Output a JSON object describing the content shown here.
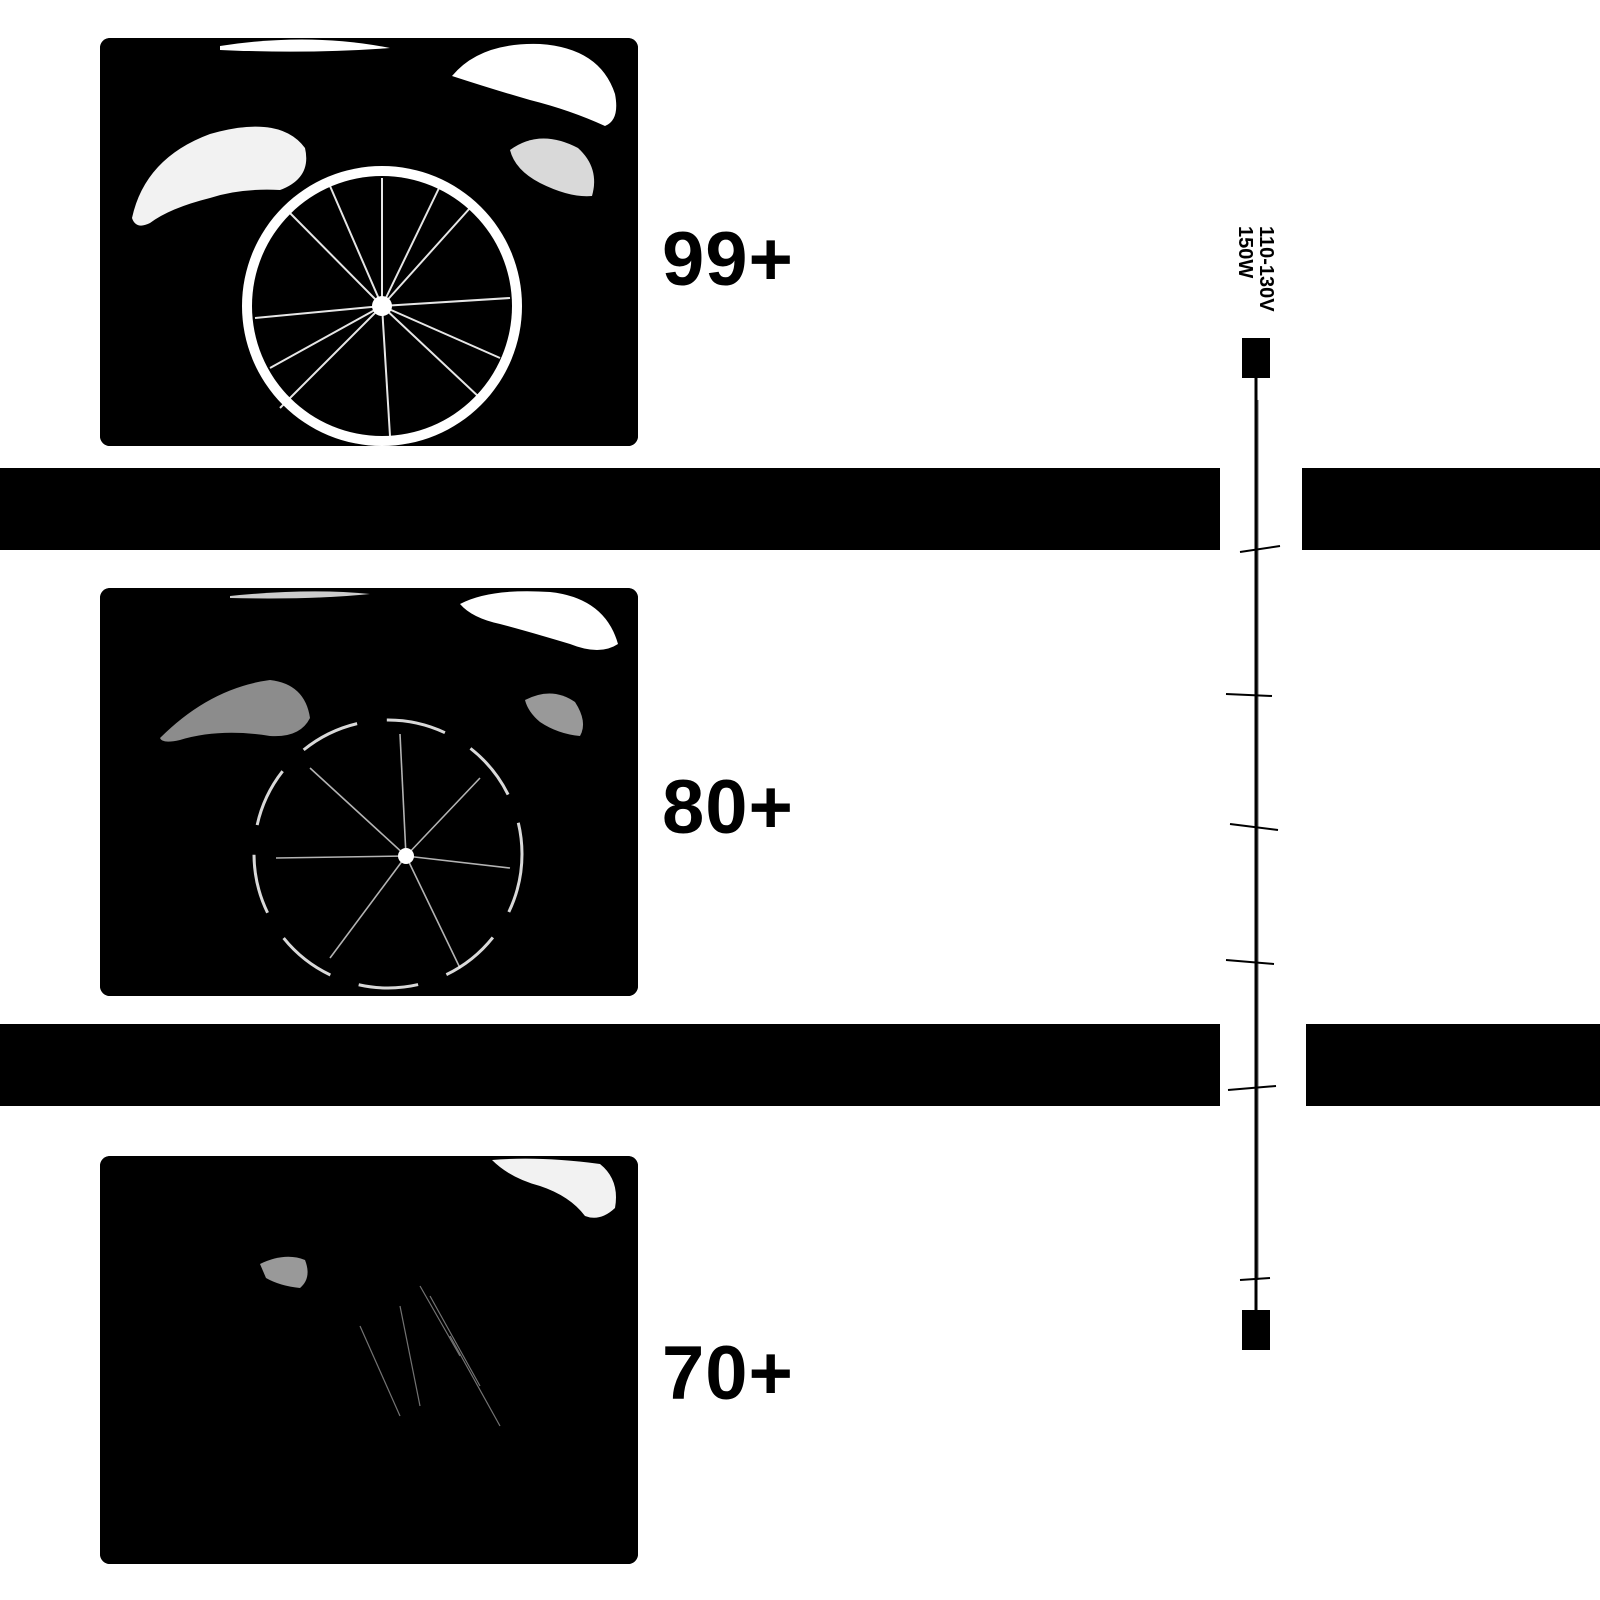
{
  "comparison": {
    "rows": [
      {
        "score_label": "99+",
        "brightness": 1.0
      },
      {
        "score_label": "80+",
        "brightness": 0.62
      },
      {
        "score_label": "70+",
        "brightness": 0.3
      }
    ]
  },
  "lamp": {
    "voltage_label": "110-130V",
    "wattage_label": "150W"
  },
  "colors": {
    "background": "#ffffff",
    "ink": "#000000"
  }
}
